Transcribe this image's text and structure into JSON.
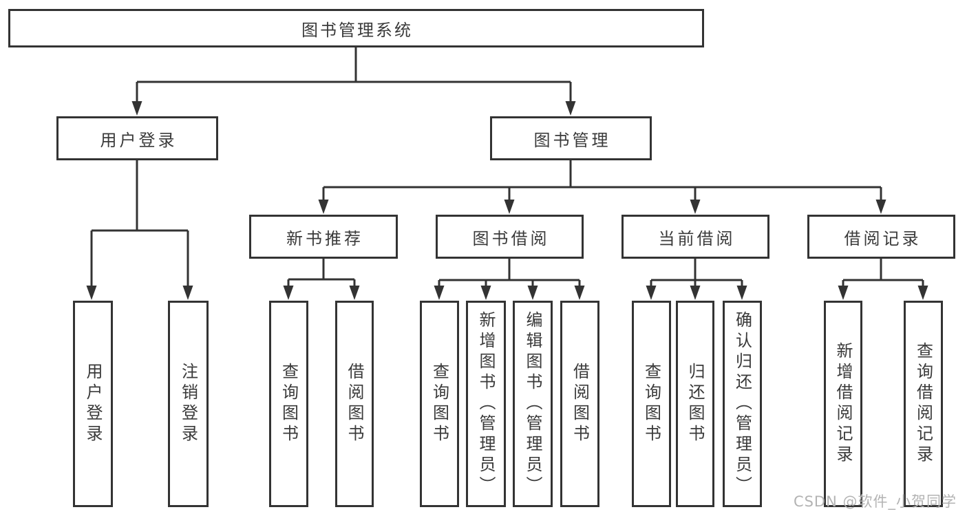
{
  "tree": {
    "root": {
      "label": "图书管理系统"
    },
    "login_branch": {
      "label": "用户登录",
      "children": [
        "用户登录",
        "注销登录"
      ]
    },
    "mgmt_branch": {
      "label": "图书管理",
      "sections": [
        {
          "label": "新书推荐",
          "children": [
            "查询图书",
            "借阅图书"
          ]
        },
        {
          "label": "图书借阅",
          "children": [
            "查询图书",
            "新增图书（管理员）",
            "编辑图书（管理员）",
            "借阅图书"
          ]
        },
        {
          "label": "当前借阅",
          "children": [
            "查询图书",
            "归还图书",
            "确认归还（管理员）"
          ]
        },
        {
          "label": "借阅记录",
          "children": [
            "新增借阅记录",
            "查询借阅记录"
          ]
        }
      ]
    }
  },
  "watermark": {
    "text": "CSDN @软件_小贺同学"
  },
  "colors": {
    "line": "#333333",
    "text": "#3a3a3a",
    "bg": "#ffffff",
    "watermark": "#b3b3b3"
  }
}
